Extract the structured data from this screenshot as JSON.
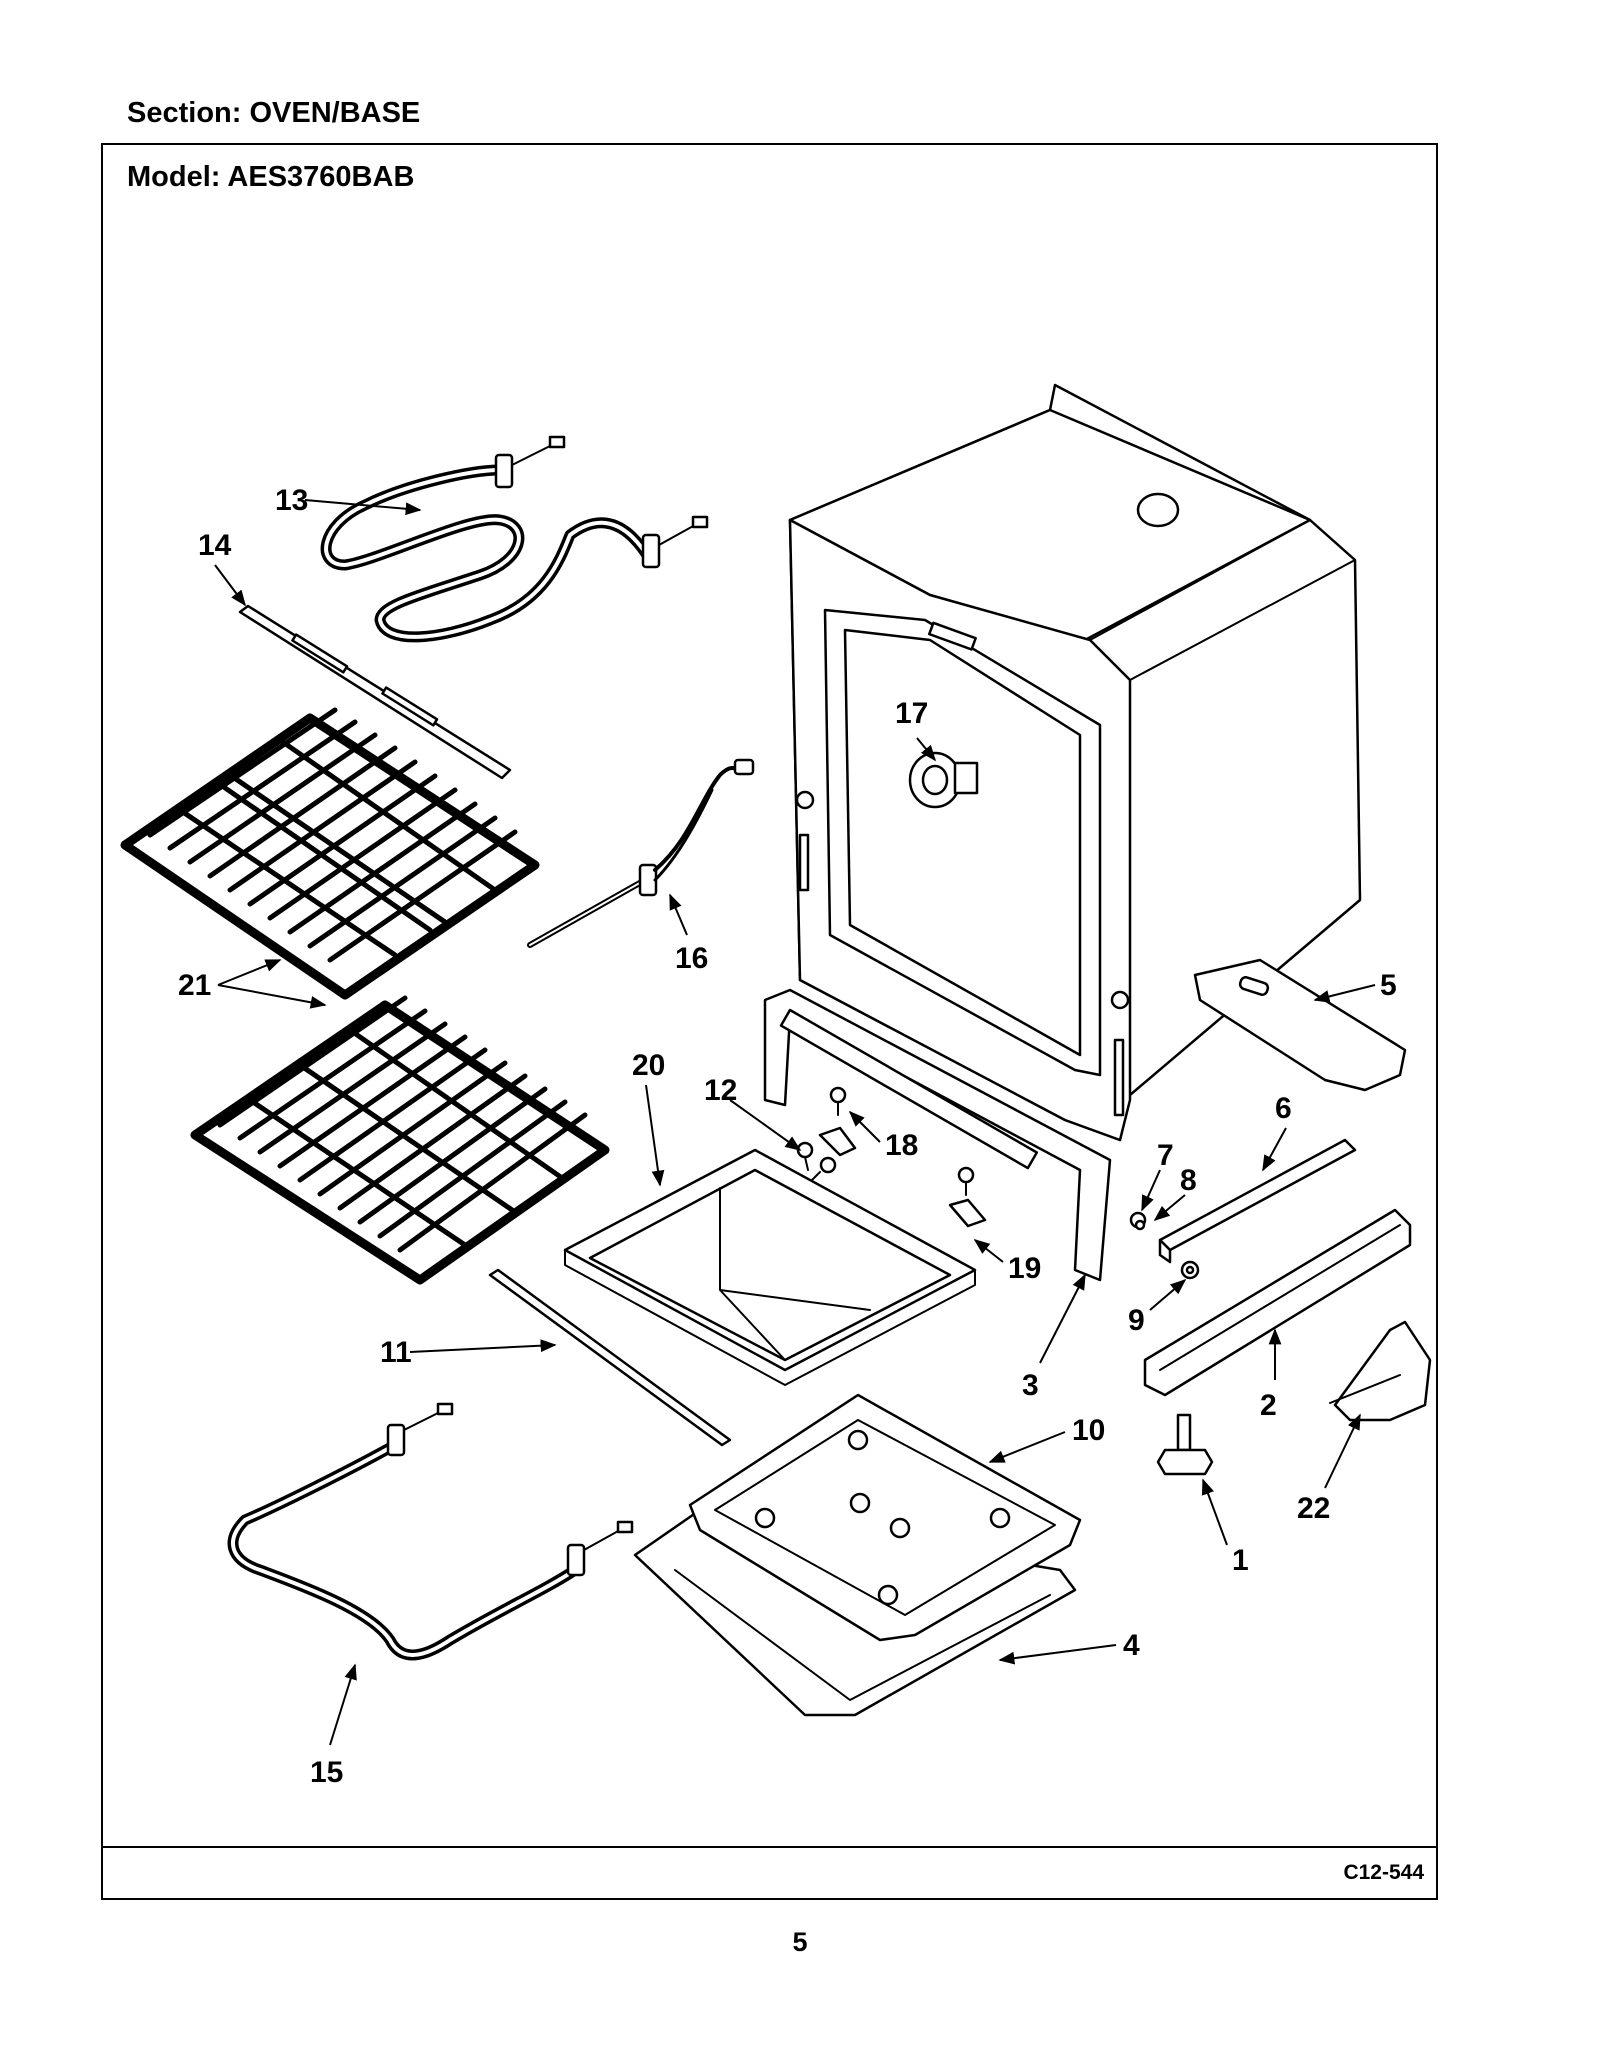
{
  "header": {
    "section": "Section:  OVEN/BASE",
    "model": "Model:  AES3760BAB"
  },
  "footer": {
    "code": "C12-544",
    "page": "5"
  },
  "callouts": [
    "1",
    "2",
    "3",
    "4",
    "5",
    "6",
    "7",
    "8",
    "9",
    "10",
    "11",
    "12",
    "13",
    "14",
    "15",
    "16",
    "17",
    "18",
    "19",
    "20",
    "21",
    "22"
  ]
}
